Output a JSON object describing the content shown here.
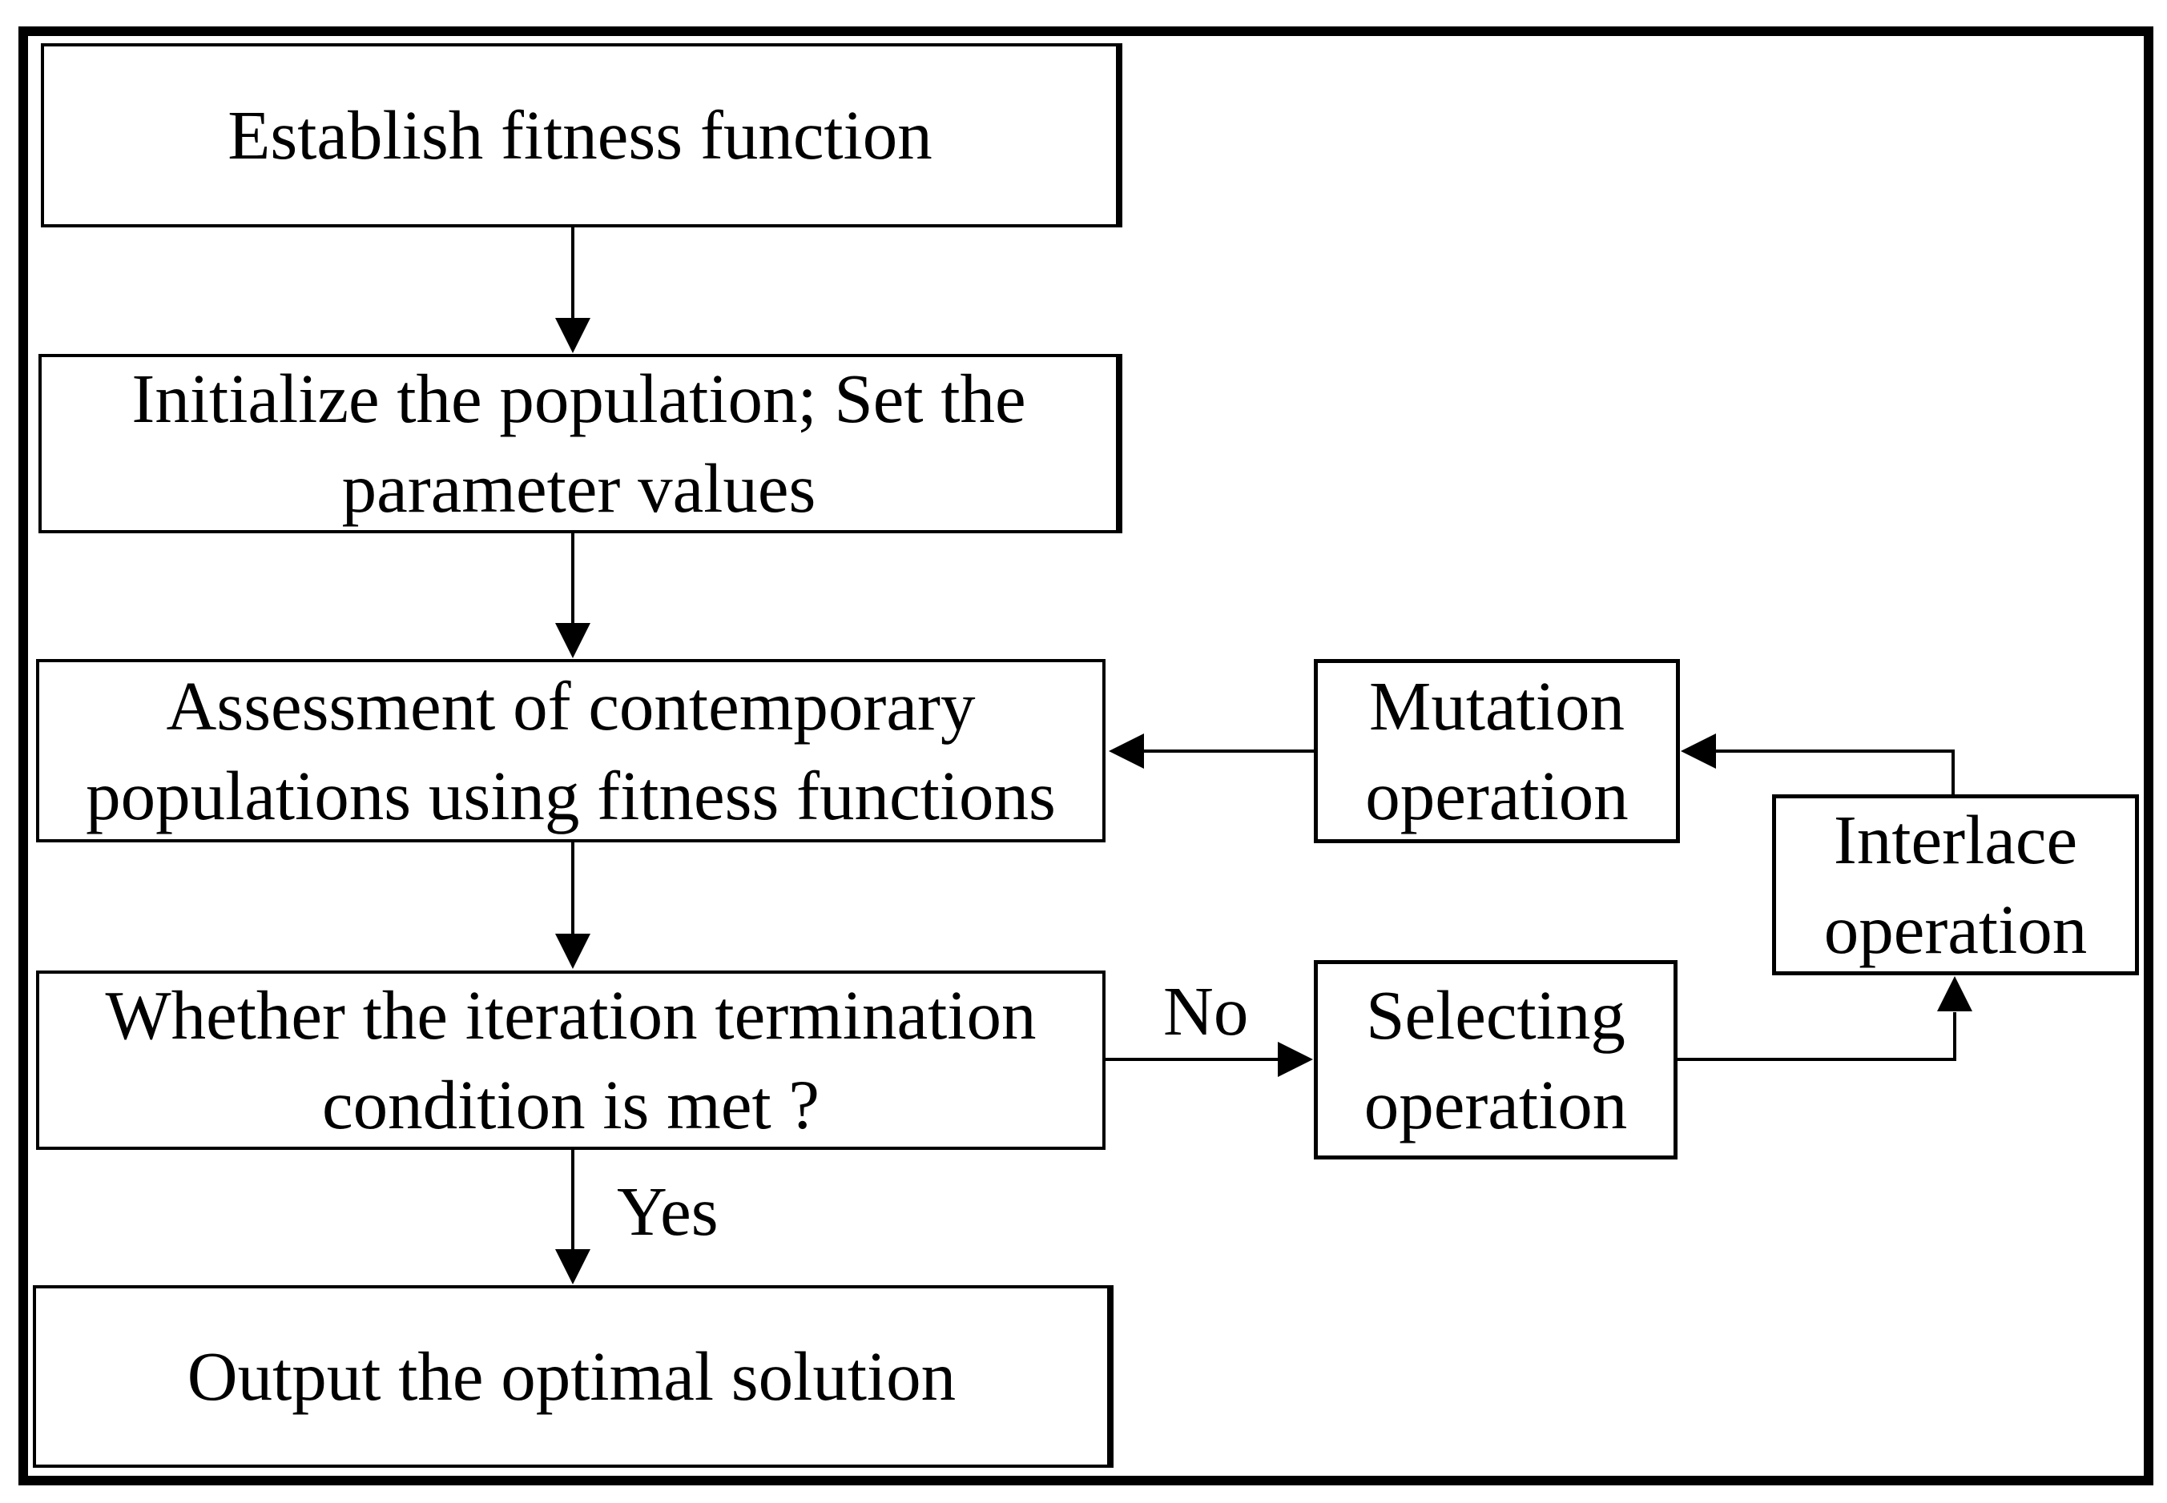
{
  "figure": {
    "type": "flowchart",
    "colors": {
      "background": "#ffffff",
      "stroke": "#000000",
      "text": "#000000"
    },
    "nodes": {
      "establish": {
        "label": "Establish fitness function"
      },
      "initialize": {
        "label": "Initialize the population; Set the\nparameter values"
      },
      "assessment": {
        "label": "Assessment of contemporary\npopulations using fitness functions"
      },
      "decision": {
        "label": "Whether the iteration termination\ncondition is met ?"
      },
      "output": {
        "label": "Output the optimal solution"
      },
      "mutation": {
        "label": "Mutation\noperation"
      },
      "selecting": {
        "label": "Selecting\noperation"
      },
      "interlace": {
        "label": "Interlace\noperation"
      }
    },
    "edge_labels": {
      "yes": "Yes",
      "no": "No"
    }
  }
}
